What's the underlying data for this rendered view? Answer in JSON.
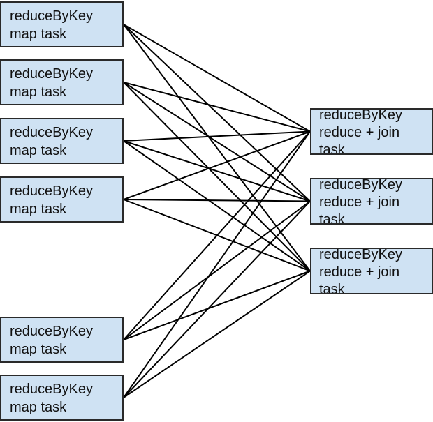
{
  "diagram": {
    "map_tasks": [
      {
        "line1": "reduceByKey",
        "line2": "map task"
      },
      {
        "line1": "reduceByKey",
        "line2": "map task"
      },
      {
        "line1": "reduceByKey",
        "line2": "map task"
      },
      {
        "line1": "reduceByKey",
        "line2": "map task"
      },
      {
        "line1": "reduceByKey",
        "line2": "map task"
      },
      {
        "line1": "reduceByKey",
        "line2": "map task"
      }
    ],
    "reduce_tasks": [
      {
        "line1": "reduceByKey",
        "line2": "reduce + join",
        "line3": "task"
      },
      {
        "line1": "reduceByKey",
        "line2": "reduce + join",
        "line3": "task"
      },
      {
        "line1": "reduceByKey",
        "line2": "reduce + join",
        "line3": "task"
      }
    ],
    "colors": {
      "box_fill": "#cfe2f3",
      "box_border": "#2a2a2a",
      "edge": "#000000",
      "text": "#111111"
    }
  }
}
